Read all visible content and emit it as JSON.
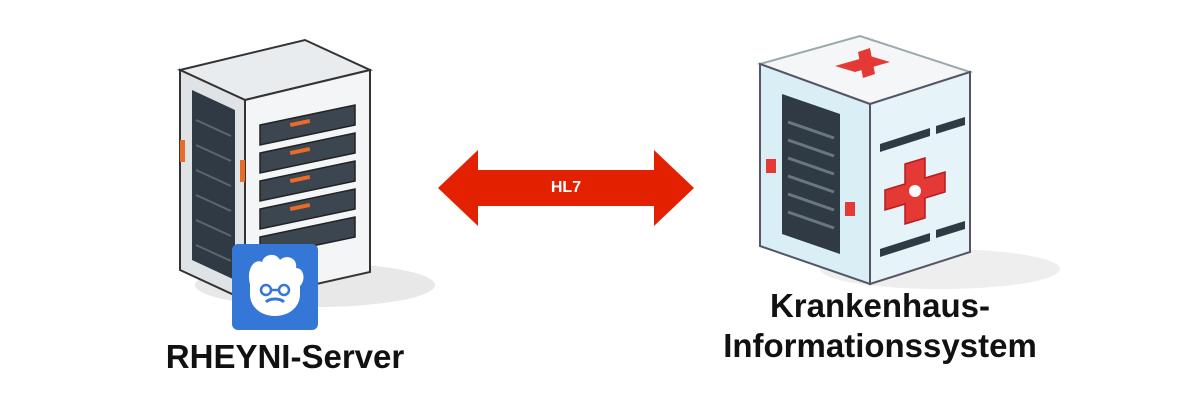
{
  "nodes": {
    "left": {
      "label": "RHEYNI-Server"
    },
    "right": {
      "label_line1": "Krankenhaus-",
      "label_line2": "Informationssystem"
    }
  },
  "edge": {
    "label": "HL7",
    "color": "#e32000",
    "direction": "bidirectional"
  },
  "colors": {
    "server_body": "#f1f3f5",
    "server_dark": "#2f3a44",
    "accent_orange": "#e96b2a",
    "logo_blue": "#3477d6",
    "hospital_body": "#d9eef5",
    "cross_red": "#e53935"
  }
}
